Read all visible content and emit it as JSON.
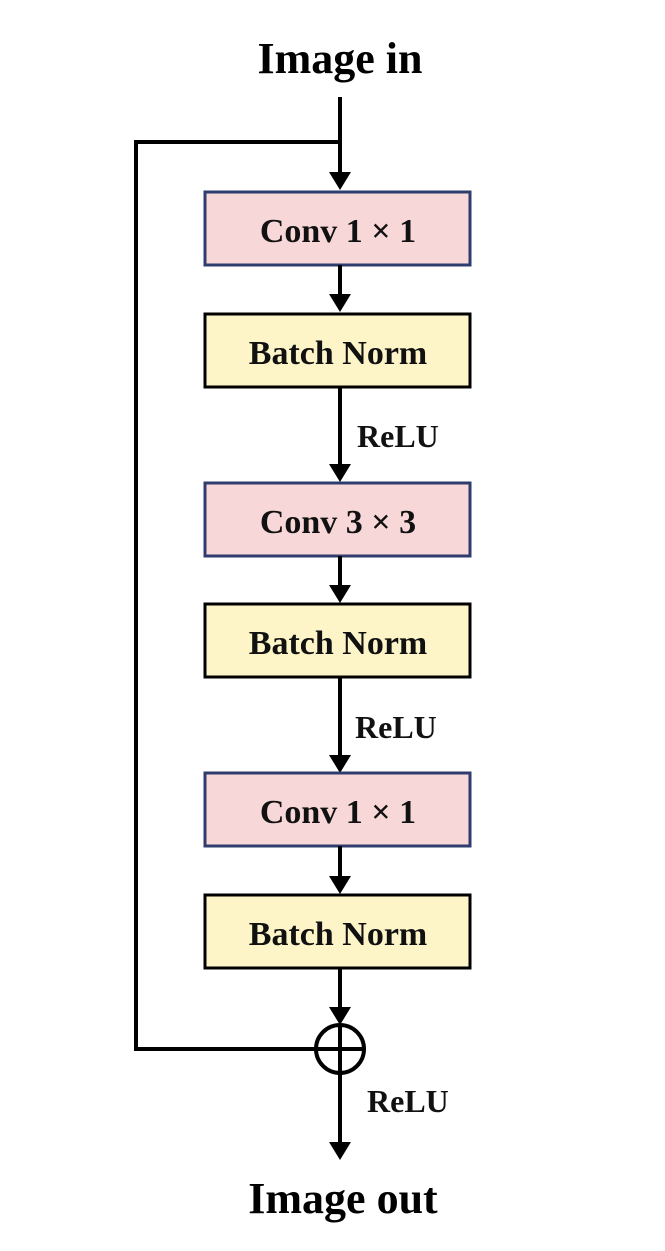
{
  "input_label": "Image in",
  "output_label": "Image out",
  "colors": {
    "conv_fill": "#f8d7d8",
    "conv_border": "#2f3d6e",
    "bn_fill": "#fdf5c8",
    "bn_border": "#000000",
    "line": "#000000"
  },
  "blocks": [
    {
      "type": "conv",
      "label": "Conv 1 × 1"
    },
    {
      "type": "bn",
      "label": "Batch Norm"
    },
    {
      "type": "conv",
      "label": "Conv 3 × 3"
    },
    {
      "type": "bn",
      "label": "Batch Norm"
    },
    {
      "type": "conv",
      "label": "Conv 1 × 1"
    },
    {
      "type": "bn",
      "label": "Batch Norm"
    }
  ],
  "activations": [
    "ReLU",
    "ReLU",
    "ReLU"
  ],
  "skip_connection": {
    "operator": "⊕",
    "meaning": "addition"
  }
}
